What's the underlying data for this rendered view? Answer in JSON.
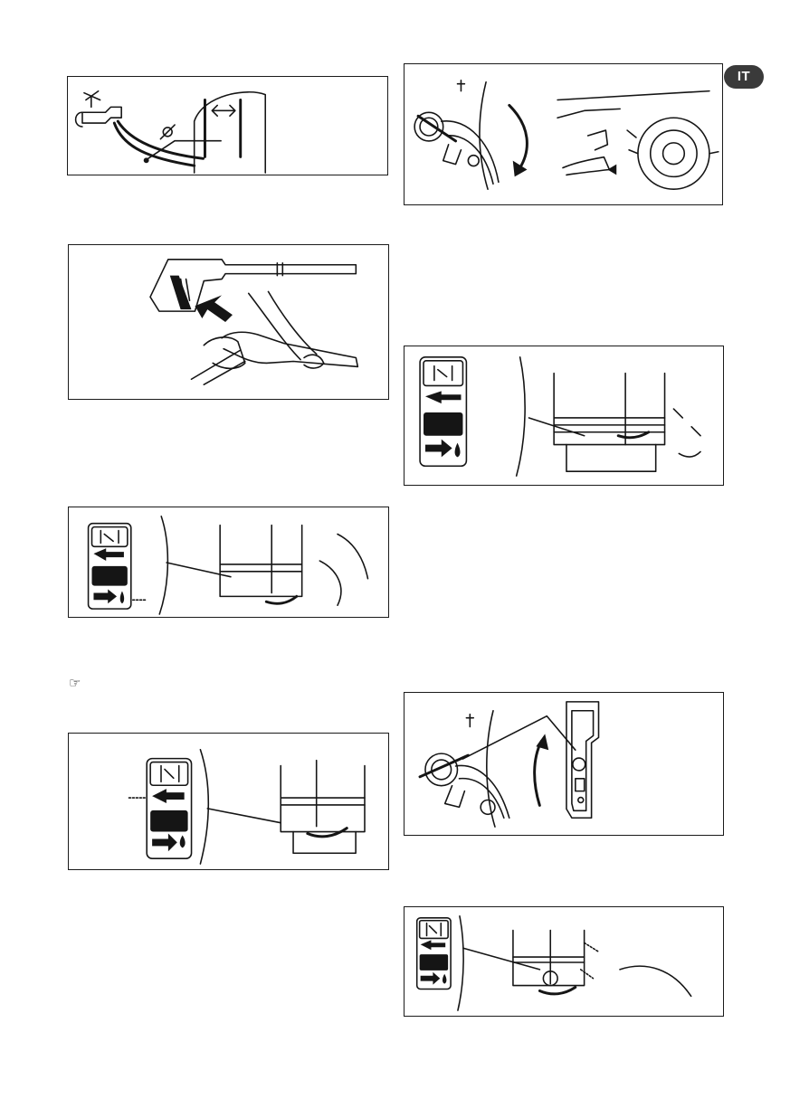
{
  "page": {
    "language_badge": "IT",
    "note_icon": "pointing-hand-icon"
  },
  "figures": [
    {
      "id": "water-tap",
      "icon": "water-tap-hose-icon"
    },
    {
      "id": "engine-choke-starter",
      "icon": "choke-lever-recoil-starter-icon"
    },
    {
      "id": "spray-gun",
      "icon": "spray-gun-trigger-icon"
    },
    {
      "id": "fuel-lever-right",
      "icon": "fuel-lever-icon"
    },
    {
      "id": "fuel-lever-left",
      "icon": "fuel-lever-icon"
    },
    {
      "id": "fuel-lever-left-2",
      "icon": "fuel-lever-icon"
    },
    {
      "id": "choke-lever-switch",
      "icon": "choke-lever-switch-icon"
    },
    {
      "id": "fuel-lever-bottom",
      "icon": "fuel-lever-icon"
    }
  ],
  "colors": {
    "ink": "#151515",
    "badge": "#3a3a3a"
  }
}
